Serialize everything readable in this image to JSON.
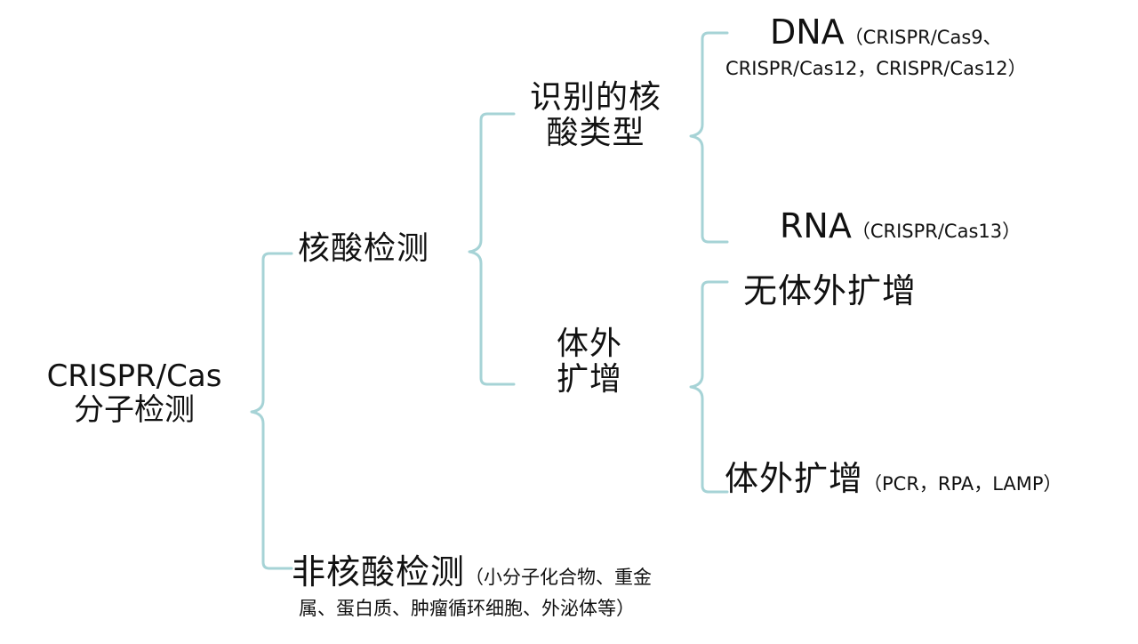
{
  "colors": {
    "bracket": "#a6d3d6",
    "text": "#111111",
    "background": "#ffffff"
  },
  "root": {
    "line1": "CRISPR/Cas",
    "line2": "分子检测"
  },
  "nucleic": {
    "label": "核酸检测",
    "type": {
      "line1": "识别的核",
      "line2": "酸类型"
    },
    "dna": {
      "label": "DNA",
      "note1": "（CRISPR/Cas9、",
      "note2": "CRISPR/Cas12，CRISPR/Cas12）"
    },
    "rna": {
      "label": "RNA",
      "note": "（CRISPR/Cas13）"
    },
    "amp": {
      "line1": "体外",
      "line2": "扩增"
    },
    "no_amp": {
      "label": "无体外扩增"
    },
    "with_amp": {
      "label": "体外扩增",
      "note": "（PCR，RPA，LAMP）"
    }
  },
  "non_nucleic": {
    "label": "非核酸检测",
    "note1": "（小分子化合物、重金",
    "note2": "属、蛋白质、肿瘤循环细胞、外泌体等）"
  }
}
